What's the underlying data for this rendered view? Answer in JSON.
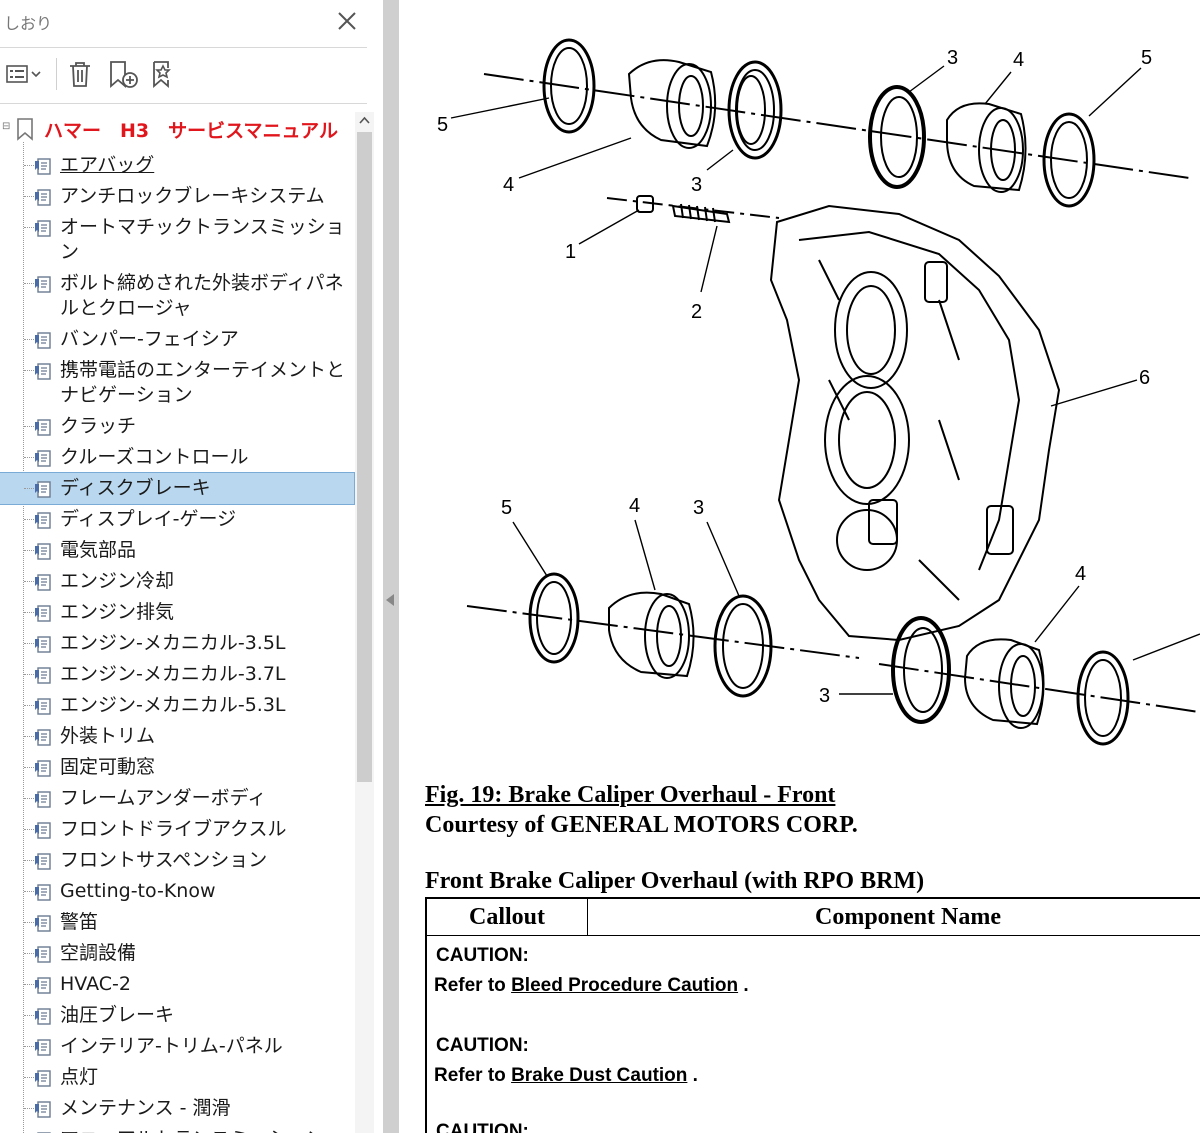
{
  "panel": {
    "title": "しおり",
    "root_label": "ハマー　H3　サービスマニュアル",
    "items": [
      {
        "label": "エアバッグ",
        "underline": true
      },
      {
        "label": "アンチロックブレーキシステム"
      },
      {
        "label": "オートマチックトランスミッション"
      },
      {
        "label": "ボルト締めされた外装ボディパネルとクロージャ"
      },
      {
        "label": "バンパー-フェイシア"
      },
      {
        "label": "携帯電話のエンターテイメントとナビゲーション"
      },
      {
        "label": "クラッチ"
      },
      {
        "label": "クルーズコントロール"
      },
      {
        "label": "ディスクブレーキ",
        "selected": true
      },
      {
        "label": "ディスプレイ-ゲージ"
      },
      {
        "label": "電気部品"
      },
      {
        "label": "エンジン冷却"
      },
      {
        "label": "エンジン排気"
      },
      {
        "label": "エンジン-メカニカル-3.5L"
      },
      {
        "label": "エンジン-メカニカル-3.7L"
      },
      {
        "label": "エンジン-メカニカル-5.3L"
      },
      {
        "label": "外装トリム"
      },
      {
        "label": "固定可動窓"
      },
      {
        "label": "フレームアンダーボディ"
      },
      {
        "label": "フロントドライブアクスル"
      },
      {
        "label": "フロントサスペンション"
      },
      {
        "label": "Getting-to-Know"
      },
      {
        "label": "警笛"
      },
      {
        "label": "空調設備"
      },
      {
        "label": "HVAC-2"
      },
      {
        "label": "油圧ブレーキ"
      },
      {
        "label": "インテリア-トリム-パネル"
      },
      {
        "label": "点灯"
      },
      {
        "label": "メンテナンス - 潤滑"
      },
      {
        "label": "マニュアルトランスミッション"
      }
    ]
  },
  "document": {
    "callouts": {
      "c1": "1",
      "c2": "2",
      "c3": "3",
      "c4": "4",
      "c5": "5",
      "c6": "6"
    },
    "fig_caption": "Fig. 19: Brake Caliper Overhaul - Front",
    "courtesy": "Courtesy of GENERAL MOTORS CORP.",
    "table_title": "Front Brake Caliper Overhaul (with RPO BRM)",
    "table": {
      "col_callout": "Callout",
      "col_component": "Component Name",
      "caution_label": "CAUTION:",
      "refer_prefix": "Refer to",
      "link1": "Bleed Procedure Caution",
      "link2": "Brake Dust Caution",
      "refer_suffix": "."
    }
  }
}
